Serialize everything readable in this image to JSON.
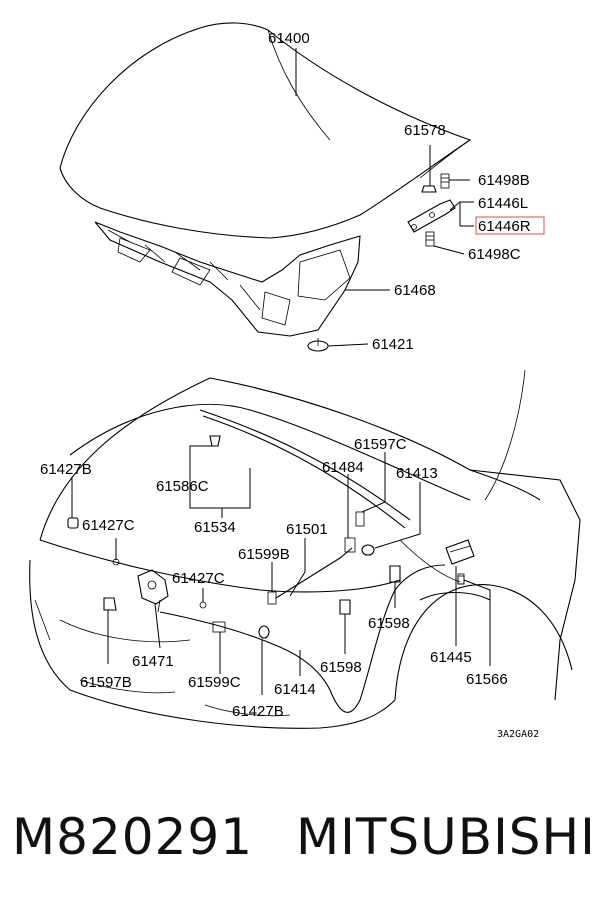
{
  "highlight_color": "#e46b6b",
  "diagram": {
    "callouts": {
      "c61400": "61400",
      "c61578": "61578",
      "c61498B": "61498B",
      "c61446L": "61446L",
      "c61446R": "61446R",
      "c61498C": "61498C",
      "c61468": "61468",
      "c61421": "61421",
      "c61427B_top": "61427B",
      "c61586C": "61586C",
      "c61597C": "61597C",
      "c61484": "61484",
      "c61413": "61413",
      "c61427C_a": "61427C",
      "c61534": "61534",
      "c61501": "61501",
      "c61599B": "61599B",
      "c61427C_b": "61427C",
      "c61598_a": "61598",
      "c61445": "61445",
      "c61566": "61566",
      "c61471": "61471",
      "c61598_b": "61598",
      "c61597B": "61597B",
      "c61599C": "61599C",
      "c61414": "61414",
      "c61427B_bottom": "61427B"
    },
    "drawing_code": "3A2GA02"
  },
  "footer": {
    "part_number": "M820291",
    "brand": "MITSUBISHI"
  }
}
